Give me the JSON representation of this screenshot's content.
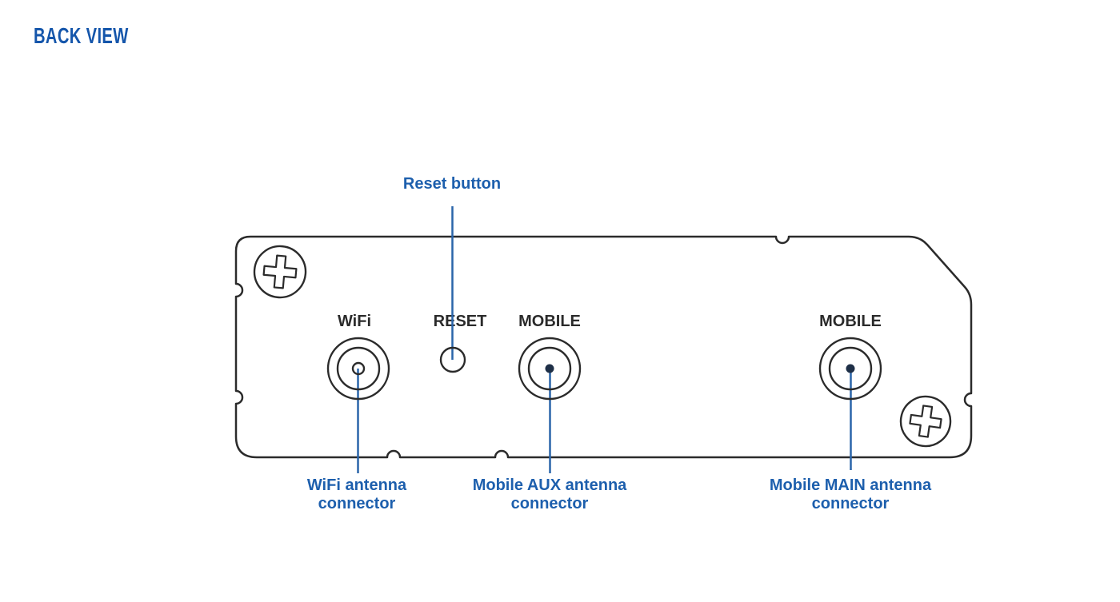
{
  "title": {
    "text": "BACK VIEW"
  },
  "colors": {
    "title_blue": "#1556ab",
    "callout_blue": "#1d5fad",
    "leader_line_blue": "#2a65aa",
    "panel_outline_dark": "#2b2b2b",
    "background": "#ffffff"
  },
  "panel": {
    "ports": [
      {
        "name": "wifi",
        "label": "WiFi"
      },
      {
        "name": "reset",
        "label": "RESET"
      },
      {
        "name": "mobile-aux",
        "label": "MOBILE"
      },
      {
        "name": "mobile-main",
        "label": "MOBILE"
      }
    ]
  },
  "callouts": {
    "reset": {
      "text": "Reset button"
    },
    "wifi": {
      "lines": [
        "WiFi antenna",
        "connector"
      ]
    },
    "mobile_aux": {
      "lines": [
        "Mobile AUX antenna",
        "connector"
      ]
    },
    "mobile_main": {
      "lines": [
        "Mobile MAIN antenna",
        "connector"
      ]
    }
  }
}
